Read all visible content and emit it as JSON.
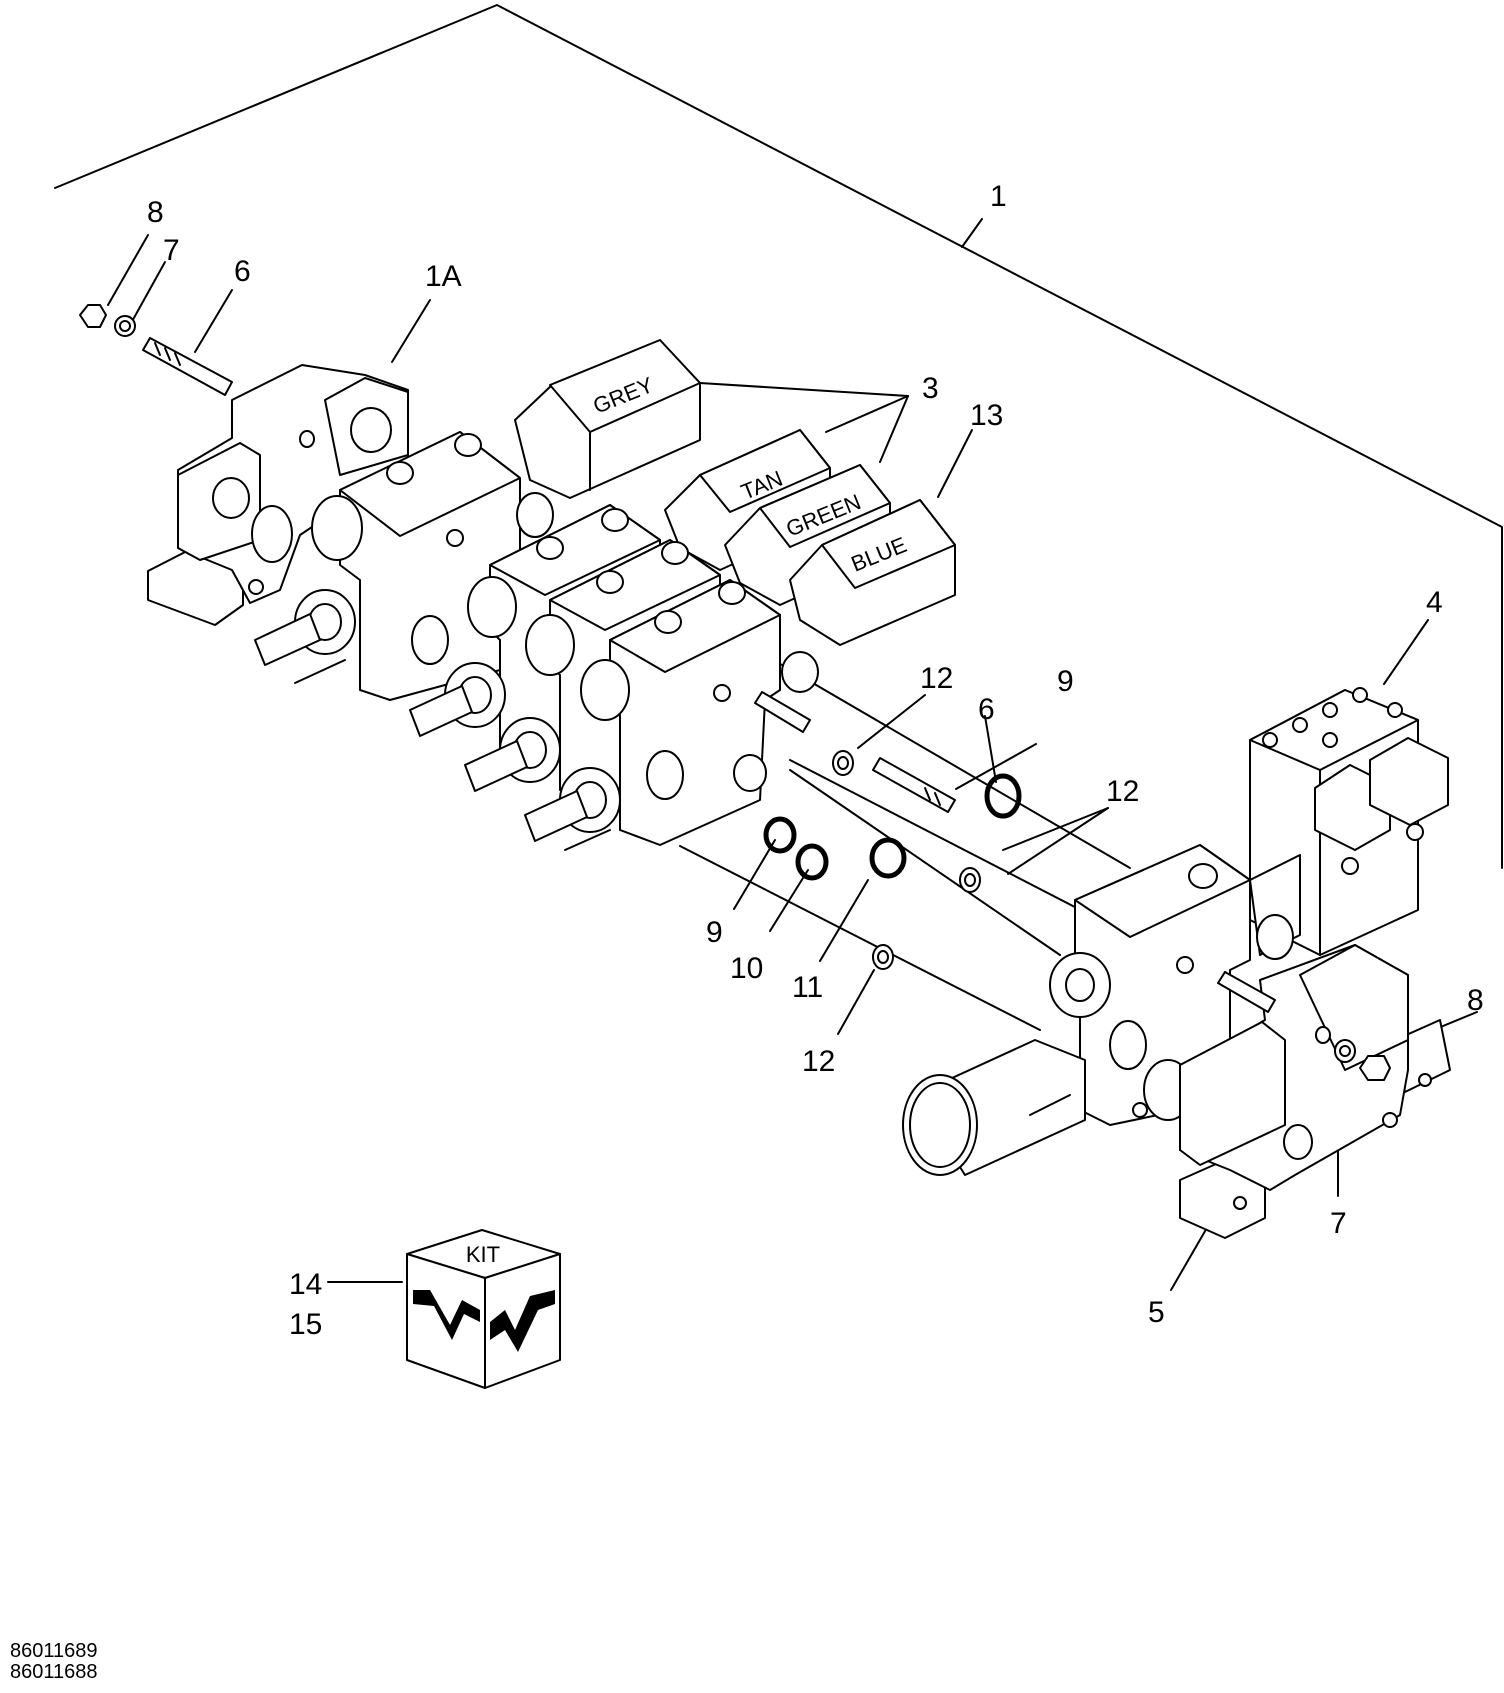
{
  "callouts": {
    "c1": "1",
    "c1a": "1A",
    "c3": "3",
    "c4": "4",
    "c5": "5",
    "c6a": "6",
    "c6b": "6",
    "c7a": "7",
    "c7b": "7",
    "c8a": "8",
    "c8b": "8",
    "c9a": "9",
    "c9b": "9",
    "c10": "10",
    "c11": "11",
    "c12a": "12",
    "c12b": "12",
    "c12c": "12",
    "c13": "13",
    "c14": "14",
    "c15": "15"
  },
  "spool_labels": {
    "grey": "GREY",
    "tan": "TAN",
    "green": "GREEN",
    "blue": "BLUE"
  },
  "kit": {
    "label": "KIT"
  },
  "reference_numbers": [
    "86011689",
    "86011688"
  ]
}
